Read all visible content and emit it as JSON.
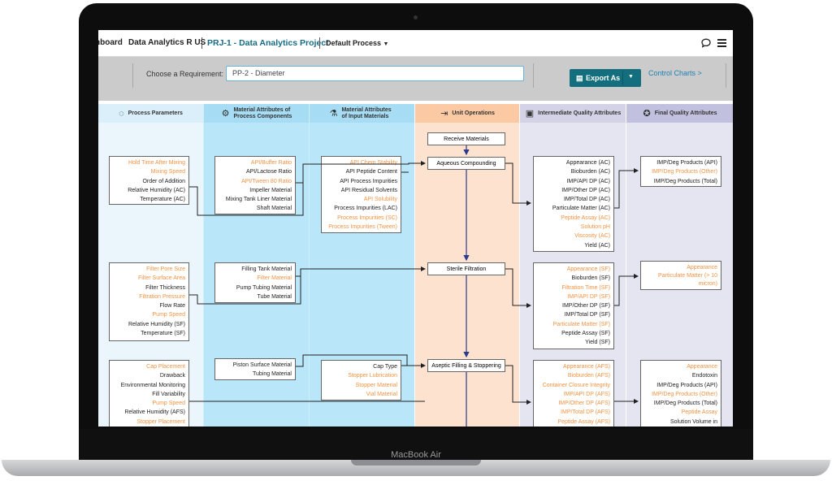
{
  "device": {
    "brand": "MacBook Air"
  },
  "topbar": {
    "dashboard_partial": "hboard",
    "org": "Data Analytics R US",
    "project": "PRJ-1 - Data Analytics Project",
    "process": "Default Process"
  },
  "toolbar": {
    "requirement_label": "Choose a Requirement:",
    "requirement_value": "PP-2 - Diameter",
    "export_label": "Export As",
    "control_charts_label": "Control Charts >"
  },
  "colors": {
    "process_parameters": "#eaf6fc",
    "material_attributes": "#b9e6f8",
    "unit_operations": "#fde3cf",
    "quality_attributes": "#e5e4f1",
    "highlight": "#f09344",
    "accent": "#136f7d"
  },
  "columns": {
    "pp": {
      "label": "Process Parameters",
      "icon": "pp-icon"
    },
    "mapc": {
      "label": "Material Attributes of Process Components",
      "icon": "component-icon"
    },
    "mai": {
      "label": "Material Attributes of Input Materials",
      "icon": "flask-icon"
    },
    "uo": {
      "label": "Unit Operations",
      "icon": "uo-icon"
    },
    "iqa": {
      "label": "Intermediate Quality Attributes",
      "icon": "iqa-icon"
    },
    "fqa": {
      "label": "Final Quality Attributes",
      "icon": "award-icon"
    }
  },
  "pp_groups": [
    {
      "items": [
        {
          "t": "Hold Time After Mixing",
          "h": true
        },
        {
          "t": "Mixing Speed",
          "h": true
        },
        {
          "t": "Order of Addition",
          "h": false
        },
        {
          "t": "Relative Humidity (AC)",
          "h": false
        },
        {
          "t": "Temperature (AC)",
          "h": false
        }
      ]
    },
    {
      "items": [
        {
          "t": "Filter Pore Size",
          "h": true
        },
        {
          "t": "Filter Surface Area",
          "h": true
        },
        {
          "t": "Filter Thickness",
          "h": false
        },
        {
          "t": "Filtration Pressure",
          "h": true
        },
        {
          "t": "Flow Rate",
          "h": false
        },
        {
          "t": "Pump Speed",
          "h": true
        },
        {
          "t": "Relative Humidity (SF)",
          "h": false
        },
        {
          "t": "Temperature (SF)",
          "h": false
        }
      ]
    },
    {
      "items": [
        {
          "t": "Cap Placement",
          "h": true
        },
        {
          "t": "Drawback",
          "h": false
        },
        {
          "t": "Environmental Monitoring",
          "h": false
        },
        {
          "t": "Fill Variability",
          "h": false
        },
        {
          "t": "Pump Speed",
          "h": true
        },
        {
          "t": "Relative Humidity (AFS)",
          "h": false
        },
        {
          "t": "Stopper Placement",
          "h": true
        }
      ]
    }
  ],
  "mapc_groups": [
    {
      "items": [
        {
          "t": "API/Buffer Ratio",
          "h": true
        },
        {
          "t": "API/Lactose Ratio",
          "h": false
        },
        {
          "t": "API/Tween 80 Ratio",
          "h": true
        },
        {
          "t": "Impeller Material",
          "h": false
        },
        {
          "t": "Mixing Tank Liner Material",
          "h": false
        },
        {
          "t": "Shaft Material",
          "h": false
        }
      ]
    },
    {
      "items": [
        {
          "t": "Filling Tank Material",
          "h": false
        },
        {
          "t": "Filter Material",
          "h": true
        },
        {
          "t": "Pump Tubing Material",
          "h": false
        },
        {
          "t": "Tube Material",
          "h": false
        }
      ]
    },
    {
      "items": [
        {
          "t": "Piston Surface Material",
          "h": false
        },
        {
          "t": "Tubing Material",
          "h": false
        }
      ]
    }
  ],
  "mai_groups": [
    {
      "items": [
        {
          "t": "API Chem Stability",
          "h": true
        },
        {
          "t": "API Peptide Content",
          "h": false
        },
        {
          "t": "API Process Impurities",
          "h": false
        },
        {
          "t": "API Residual Solvents",
          "h": false
        },
        {
          "t": "API Solubility",
          "h": true
        },
        {
          "t": "Process Impurities (LAC)",
          "h": false
        },
        {
          "t": "Process Impurities (SC)",
          "h": true
        },
        {
          "t": "Process Impurities (Tween)",
          "h": true
        }
      ]
    },
    {
      "items": [
        {
          "t": "Cap Type",
          "h": false
        },
        {
          "t": "Stopper Lubrication",
          "h": true
        },
        {
          "t": "Stopper Material",
          "h": true
        },
        {
          "t": "Vial Material",
          "h": true
        }
      ]
    }
  ],
  "unit_ops": [
    {
      "t": "Receive Materials"
    },
    {
      "t": "Aqueous Compounding"
    },
    {
      "t": "Sterile Filtration"
    },
    {
      "t": "Aseptic Filling & Stoppering"
    }
  ],
  "iqa_groups": [
    {
      "items": [
        {
          "t": "Appearance (AC)",
          "h": false
        },
        {
          "t": "Bioburden (AC)",
          "h": false
        },
        {
          "t": "IMP/API DP (AC)",
          "h": false
        },
        {
          "t": "IMP/Other DP (AC)",
          "h": false
        },
        {
          "t": "IMP/Total DP (AC)",
          "h": false
        },
        {
          "t": "Particulate Matter (AC)",
          "h": false
        },
        {
          "t": "Peptide Assay (AC)",
          "h": true
        },
        {
          "t": "Solution pH",
          "h": true
        },
        {
          "t": "Viscosity (AC)",
          "h": true
        },
        {
          "t": "Yield (AC)",
          "h": false
        }
      ]
    },
    {
      "items": [
        {
          "t": "Appearance (SF)",
          "h": true
        },
        {
          "t": "Bioburden (SF)",
          "h": false
        },
        {
          "t": "Filtration Time (SF)",
          "h": true
        },
        {
          "t": "IMP/API DP (SF)",
          "h": true
        },
        {
          "t": "IMP/Other DP (SF)",
          "h": false
        },
        {
          "t": "IMP/Total DP (SF)",
          "h": false
        },
        {
          "t": "Particulate Matter (SF)",
          "h": true
        },
        {
          "t": "Peptide Assay (SF)",
          "h": false
        },
        {
          "t": "Yield (SF)",
          "h": false
        }
      ]
    },
    {
      "items": [
        {
          "t": "Appearance (AFS)",
          "h": true
        },
        {
          "t": "Bioburden (AFS)",
          "h": true
        },
        {
          "t": "Container Closure Integrity",
          "h": true
        },
        {
          "t": "IMP/API DP (AFS)",
          "h": true
        },
        {
          "t": "IMP/Other DP (AFS)",
          "h": true
        },
        {
          "t": "IMP/Total DP (AFS)",
          "h": true
        },
        {
          "t": "Peptide Assay (AFS)",
          "h": true
        }
      ]
    }
  ],
  "fqa_groups": [
    {
      "items": [
        {
          "t": "IMP/Deg Products (API)",
          "h": false
        },
        {
          "t": "IMP/Deg Products (Other)",
          "h": true
        },
        {
          "t": "IMP/Deg Products (Total)",
          "h": false
        }
      ]
    },
    {
      "items": [
        {
          "t": "Appearance",
          "h": true
        },
        {
          "t": "Particulate Matter (> 10 micron)",
          "h": true
        }
      ]
    },
    {
      "items": [
        {
          "t": "Appearance",
          "h": true
        },
        {
          "t": "Endotoxin",
          "h": false
        },
        {
          "t": "IMP/Deg Products (API)",
          "h": false
        },
        {
          "t": "IMP/Deg Products (Other)",
          "h": true
        },
        {
          "t": "IMP/Deg Products (Total)",
          "h": false
        },
        {
          "t": "Peptide Assay",
          "h": true
        },
        {
          "t": "Solution Volume in",
          "h": false
        }
      ]
    }
  ]
}
